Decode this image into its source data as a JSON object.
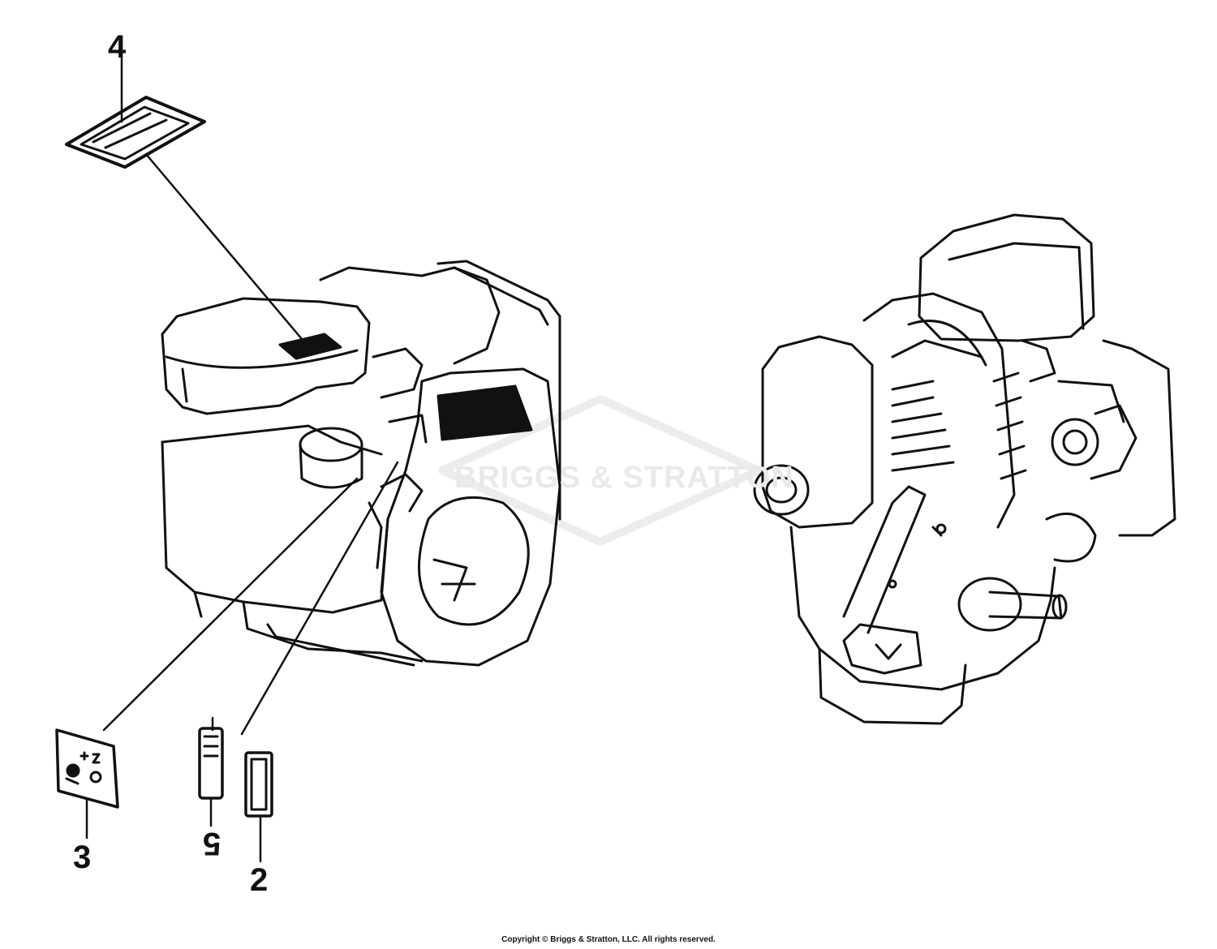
{
  "diagram": {
    "callouts": {
      "decal_top": "4",
      "decal_control": "3",
      "decal_small_left": "5",
      "decal_small_right": "2"
    },
    "watermark_text": "BRIGGS & STRATTON",
    "copyright": "Copyright © Briggs & Stratton, LLC. All rights reserved.",
    "line_color": "#111111",
    "watermark_color": "#e9e9e9"
  }
}
